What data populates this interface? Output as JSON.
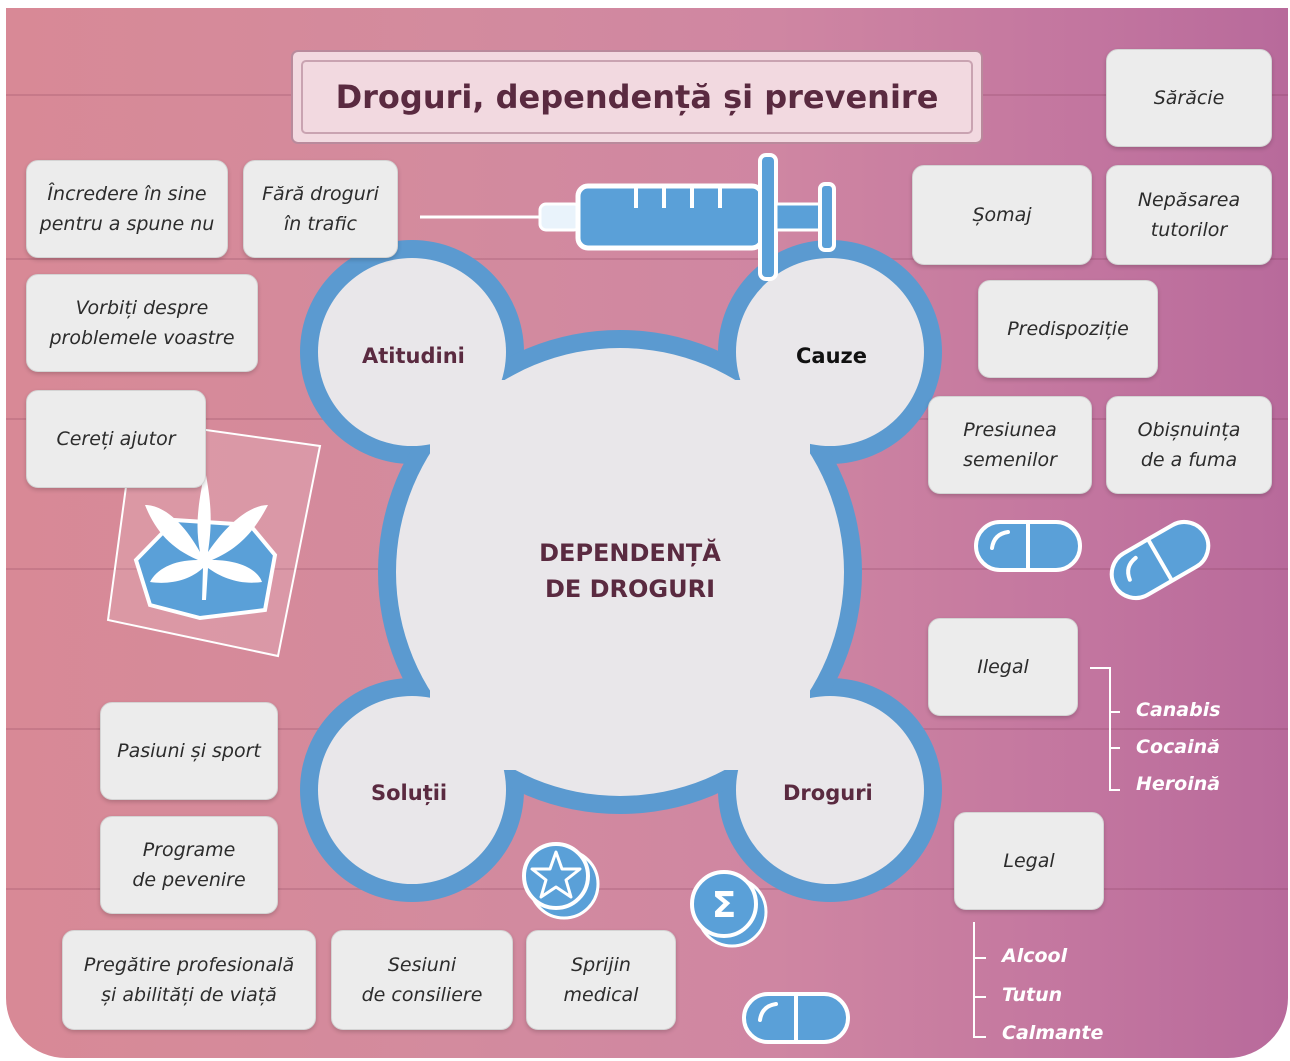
{
  "title": "Droguri, dependență și prevenire",
  "center": "DEPENDENȚĂ\nDE DROGURI",
  "quadrants": {
    "atitudini": "Atitudini",
    "cauze": "Cauze",
    "solutii": "Soluții",
    "droguri": "Droguri"
  },
  "atitudini_items": [
    "Încredere în sine\npentru a spune nu",
    "Fără droguri\nîn trafic",
    "Vorbiți despre\nproblemele voastre",
    "Cereți ajutor"
  ],
  "cauze_items": [
    "Sărăcie",
    "Șomaj",
    "Nepăsarea\ntutorilor",
    "Predispoziție",
    "Presiunea\nsemenilor",
    "Obișnuința\nde a fuma"
  ],
  "solutii_items": [
    "Pasiuni și sport",
    "Programe\nde pevenire",
    "Pregătire profesională\nși abilități de viață",
    "Sesiuni\nde consiliere",
    "Sprijin\nmedical"
  ],
  "droguri": {
    "ilegal": "Ilegal",
    "ilegal_items": [
      "Canabis",
      "Cocaină",
      "Heroină"
    ],
    "legal": "Legal",
    "legal_items": [
      "Alcool",
      "Tutun",
      "Calmante"
    ]
  },
  "icons": [
    "syringe-icon",
    "pill-icon",
    "cannabis-bag-icon",
    "star-coin-icon",
    "sigma-coin-icon"
  ],
  "colors": {
    "accent_blue": "#5a9fd6",
    "title_text": "#5a2a40",
    "card_bg": "#ececec"
  }
}
